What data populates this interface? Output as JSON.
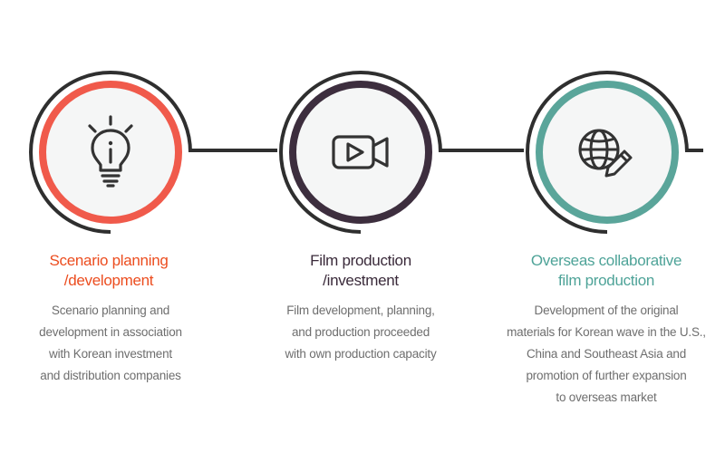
{
  "colors": {
    "accent_1": "#f05a4b",
    "accent_2": "#3d2e3e",
    "accent_3": "#5aa59a",
    "title_1": "#ec4d1f",
    "title_2": "#3a2a3a",
    "title_3": "#4ea398",
    "outer_ring": "#2f2f2f",
    "body_text": "#6e6e6e"
  },
  "steps": [
    {
      "icon": "lightbulb-icon",
      "title_lines": [
        "Scenario planning",
        "/development"
      ],
      "desc_lines": [
        "Scenario planning and",
        "development in association",
        "with Korean investment",
        "and distribution companies"
      ]
    },
    {
      "icon": "video-camera-icon",
      "title_lines": [
        "Film production",
        "/investment"
      ],
      "desc_lines": [
        "Film development, planning,",
        "and production proceeded",
        "with own production capacity"
      ]
    },
    {
      "icon": "globe-edit-icon",
      "title_lines": [
        "Overseas collaborative",
        "film production"
      ],
      "desc_lines": [
        "Development of the original",
        "materials for Korean wave in the U.S.,",
        "China and Southeast Asia and",
        "promotion of further expansion",
        "to overseas market"
      ]
    }
  ]
}
